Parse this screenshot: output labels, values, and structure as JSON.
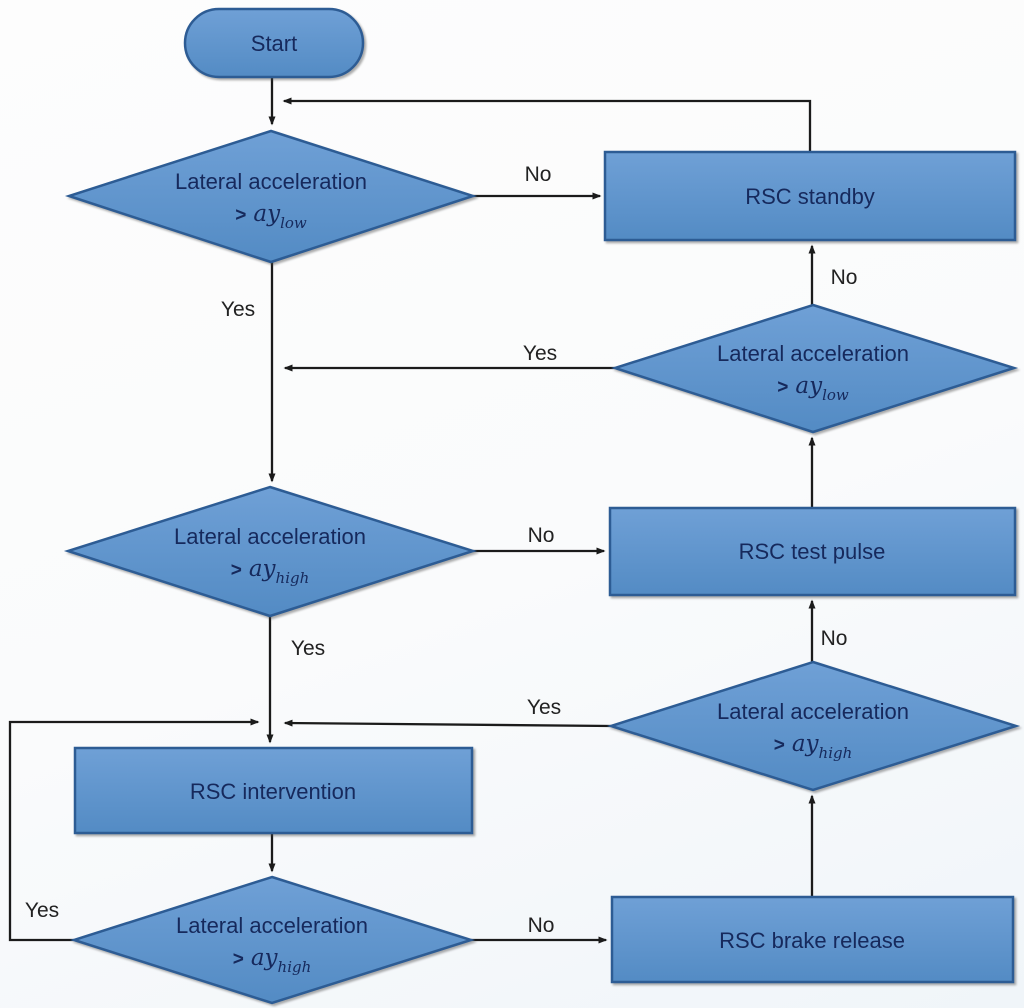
{
  "diagram": {
    "type": "flowchart",
    "subject": "RSC control state logic",
    "colors": {
      "node_fill": "#5f93cb",
      "node_fill_light": "#6fa0d6",
      "node_fill_dark": "#538bc4",
      "node_border": "#2d5c94",
      "node_text": "#16295c",
      "edge": "#1b1b1b",
      "label_text": "#222222"
    },
    "nodes": {
      "start": {
        "label": "Start"
      },
      "d1": {
        "line1": "Lateral acceleration",
        "op": ">",
        "var": "ay",
        "sub": "low"
      },
      "rsc_standby": {
        "label": "RSC standby"
      },
      "rd1": {
        "line1": "Lateral acceleration",
        "op": ">",
        "var": "ay",
        "sub": "low"
      },
      "d2": {
        "line1": "Lateral acceleration",
        "op": ">",
        "var": "ay",
        "sub": "high"
      },
      "rsc_test_pulse": {
        "label": "RSC test pulse"
      },
      "rd2": {
        "line1": "Lateral acceleration",
        "op": ">",
        "var": "ay",
        "sub": "high"
      },
      "rsc_intervention": {
        "label": "RSC intervention"
      },
      "d3": {
        "line1": "Lateral acceleration",
        "op": ">",
        "var": "ay",
        "sub": "high"
      },
      "rsc_brake_release": {
        "label": "RSC brake release"
      }
    },
    "edge_labels": {
      "d1_no": "No",
      "d1_yes": "Yes",
      "rd1_no": "No",
      "rd1_yes": "Yes",
      "d2_no": "No",
      "d2_yes": "Yes",
      "rd2_no": "No",
      "rd2_yes": "Yes",
      "d3_no": "No",
      "d3_yes": "Yes"
    }
  }
}
